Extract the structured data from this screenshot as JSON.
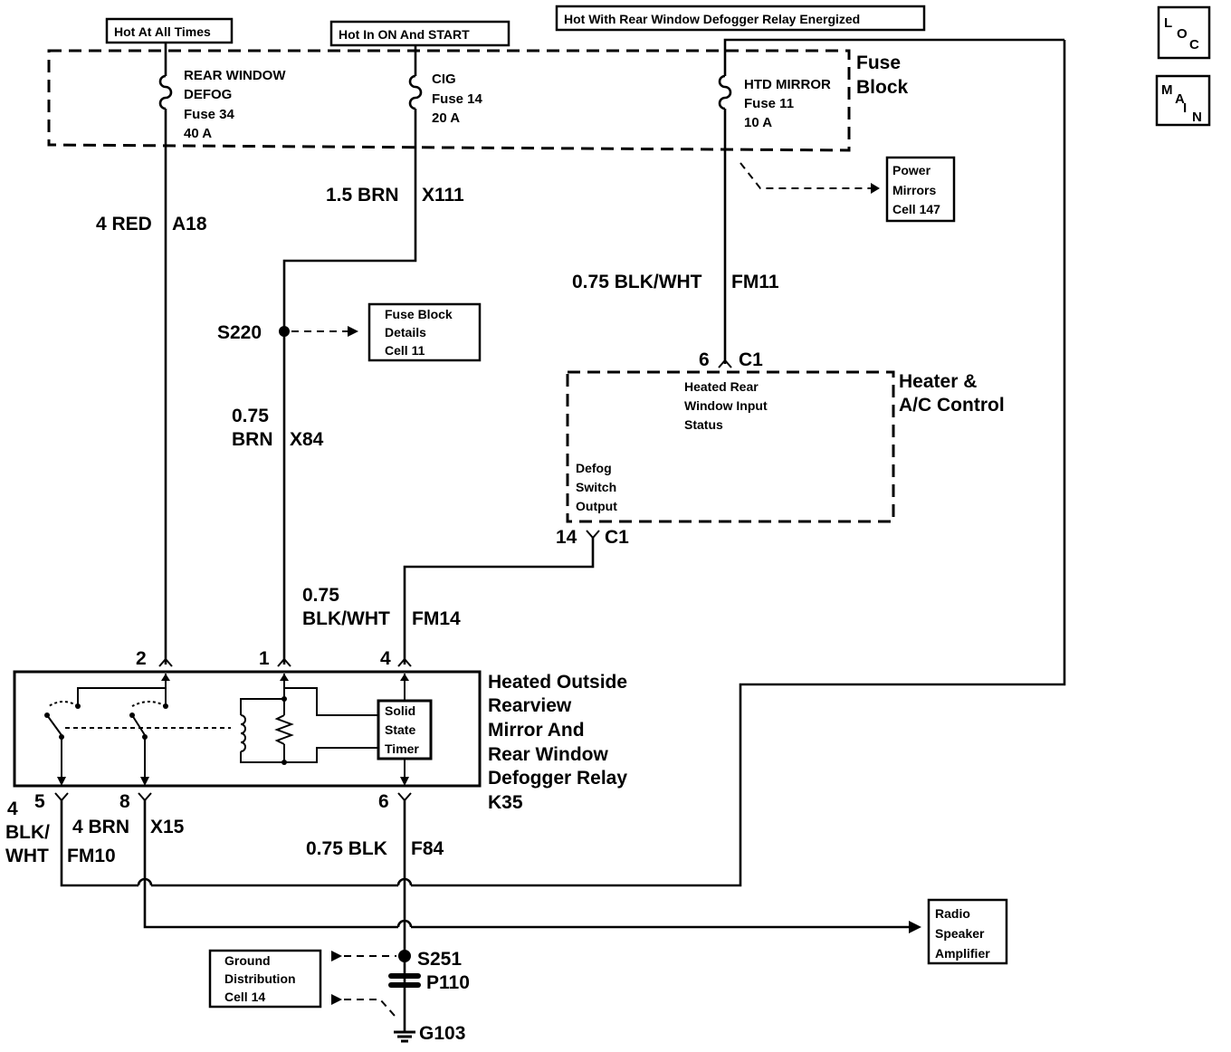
{
  "headers": {
    "hot_at_all_times": "Hot At All Times",
    "hot_in_on_start": "Hot In ON And START",
    "hot_with_relay": "Hot With Rear Window Defogger Relay Energized"
  },
  "nav": {
    "loc": [
      "L",
      "O",
      "C"
    ],
    "main": [
      "M",
      "A",
      "I",
      "N"
    ]
  },
  "fuse_block": {
    "title_line1": "Fuse",
    "title_line2": "Block",
    "fuses": [
      {
        "lines": [
          "REAR WINDOW",
          "DEFOG",
          "Fuse 34",
          "40 A"
        ]
      },
      {
        "lines": [
          "CIG",
          "Fuse 14",
          "20 A"
        ]
      },
      {
        "lines": [
          "HTD MIRROR",
          "Fuse 11",
          "10 A"
        ]
      }
    ]
  },
  "wires": {
    "a18": [
      "4 RED",
      "A18"
    ],
    "x111": [
      "1.5 BRN",
      "X111"
    ],
    "fm11": [
      "0.75 BLK/WHT",
      "FM11"
    ],
    "x84": [
      "0.75",
      "BRN",
      "X84"
    ],
    "fm14": [
      "0.75",
      "BLK/WHT",
      "FM14"
    ],
    "fm10": [
      "4",
      "BLK/",
      "WHT",
      "FM10"
    ],
    "x15": [
      "4 BRN",
      "X15"
    ],
    "f84": [
      "0.75 BLK",
      "F84"
    ]
  },
  "refs": {
    "power_mirrors": [
      "Power",
      "Mirrors",
      "Cell 147"
    ],
    "fuse_block_details": [
      "Fuse Block",
      "Details",
      "Cell 11"
    ],
    "radio_speaker": [
      "Radio",
      "Speaker",
      "Amplifier"
    ],
    "ground_dist": [
      "Ground",
      "Distribution",
      "Cell 14"
    ]
  },
  "splices": {
    "s220": "S220",
    "s251": "S251",
    "p110": "P110",
    "g103": "G103"
  },
  "hvac": {
    "title": [
      "Heater &",
      "A/C Control"
    ],
    "input_status": [
      "Heated Rear",
      "Window Input",
      "Status"
    ],
    "switch_output": [
      "Defog",
      "Switch",
      "Output"
    ],
    "pin_top_num": "6",
    "pin_top_conn": "C1",
    "pin_bot_num": "14",
    "pin_bot_conn": "C1"
  },
  "relay": {
    "title": [
      "Heated Outside",
      "Rearview",
      "Mirror And",
      "Rear Window",
      "Defogger Relay",
      "K35"
    ],
    "timer": [
      "Solid",
      "State",
      "Timer"
    ],
    "pins_top": [
      "2",
      "1",
      "4"
    ],
    "pins_bottom": [
      "5",
      "8",
      "6"
    ]
  }
}
